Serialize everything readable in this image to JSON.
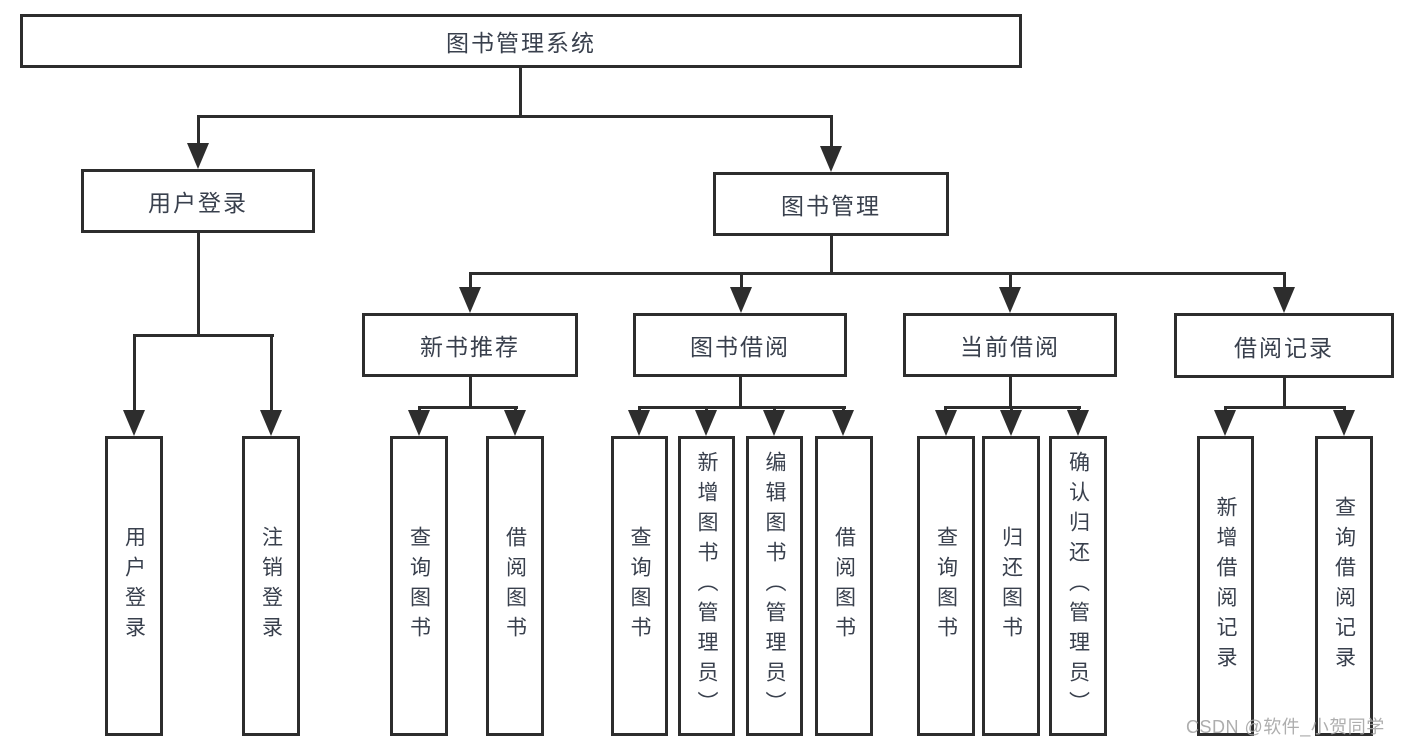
{
  "colors": {
    "line": "#2d2d2d",
    "text": "#39404d",
    "box_background": "#ffffff",
    "page_background": "#ffffff",
    "watermark": "#a6a6a6"
  },
  "diagram": {
    "root": "图书管理系统",
    "groups": [
      {
        "label": "用户登录",
        "children": [
          "用户登录",
          "注销登录"
        ]
      },
      {
        "label": "图书管理",
        "subgroups": [
          {
            "label": "新书推荐",
            "children": [
              "查询图书",
              "借阅图书"
            ]
          },
          {
            "label": "图书借阅",
            "children": [
              "查询图书",
              "新增图书（管理员）",
              "编辑图书（管理员）",
              "借阅图书"
            ]
          },
          {
            "label": "当前借阅",
            "children": [
              "查询图书",
              "归还图书",
              "确认归还（管理员）"
            ]
          },
          {
            "label": "借阅记录",
            "children": [
              "新增借阅记录",
              "查询借阅记录"
            ]
          }
        ]
      }
    ]
  },
  "watermark": {
    "text": "CSDN @软件_小贺同学"
  }
}
